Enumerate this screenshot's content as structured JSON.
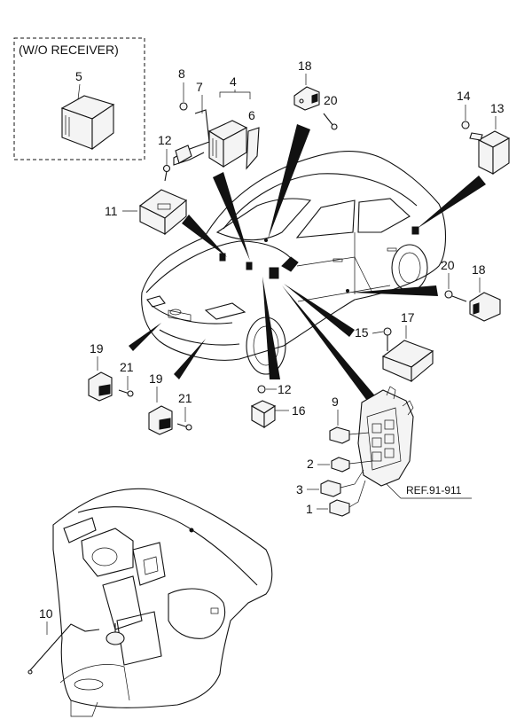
{
  "variant_box": {
    "caption": "(W/O RECEIVER)",
    "part": "5"
  },
  "callouts": {
    "c1": "1",
    "c2": "2",
    "c3": "3",
    "c4": "4",
    "c6": "6",
    "c7": "7",
    "c8": "8",
    "c9": "9",
    "c10": "10",
    "c11": "11",
    "c12a": "12",
    "c12b": "12",
    "c13": "13",
    "c14": "14",
    "c15": "15",
    "c16": "16",
    "c17": "17",
    "c18a": "18",
    "c18b": "18",
    "c19a": "19",
    "c19b": "19",
    "c20a": "20",
    "c20b": "20",
    "c21a": "21",
    "c21b": "21"
  },
  "reference": "REF.91-911"
}
